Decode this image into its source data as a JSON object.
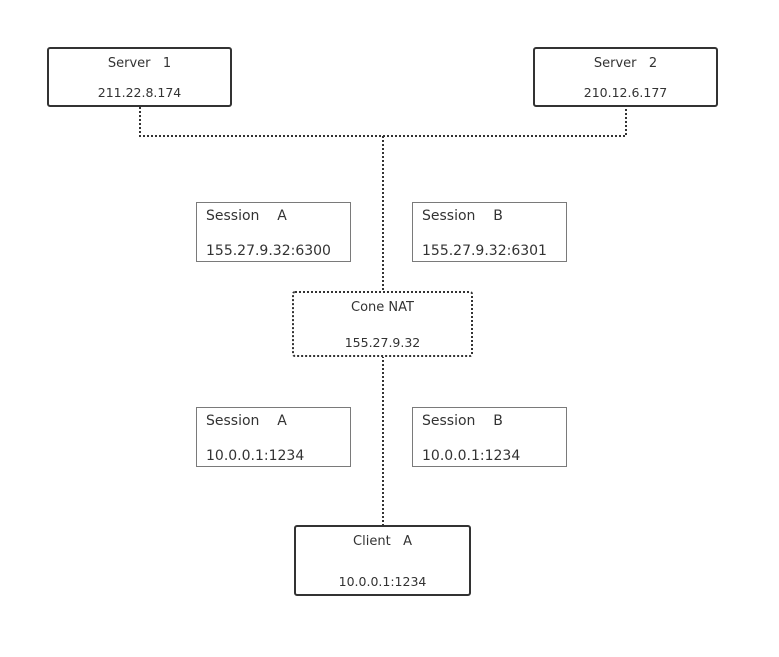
{
  "server1": {
    "title": "Server   1",
    "ip": "211.22.8.174"
  },
  "server2": {
    "title": "Server   2",
    "ip": "210.12.6.177"
  },
  "nat": {
    "title": "Cone NAT",
    "ip": "155.27.9.32"
  },
  "client": {
    "title": "Client   A",
    "ip": "10.0.0.1:1234"
  },
  "public_sessions": [
    {
      "label": "Session    A",
      "addr": "155.27.9.32:6300"
    },
    {
      "label": "Session    B",
      "addr": "155.27.9.32:6301"
    }
  ],
  "private_sessions": [
    {
      "label": "Session    A",
      "addr": "10.0.0.1:1234"
    },
    {
      "label": "Session    B",
      "addr": "10.0.0.1:1234"
    }
  ],
  "colors": {
    "border": "#333333",
    "session_border": "#7a7a7a",
    "text": "#333333"
  }
}
